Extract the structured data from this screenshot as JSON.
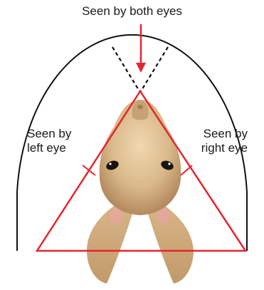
{
  "labels": {
    "both_eyes": "Seen by both eyes",
    "left_eye": [
      "Seen by",
      "left eye"
    ],
    "right_eye": [
      "Seen by",
      "right eye"
    ]
  },
  "colors": {
    "outline": "#111111",
    "triangle": "#e5262e",
    "arrow": "#e5262e",
    "head_fur": "#d9b98a",
    "head_shade": "#b48a5e",
    "ear_inner": "#e8a6a0"
  },
  "icons": {
    "animal": "rabbit-head-top-view-icon"
  }
}
